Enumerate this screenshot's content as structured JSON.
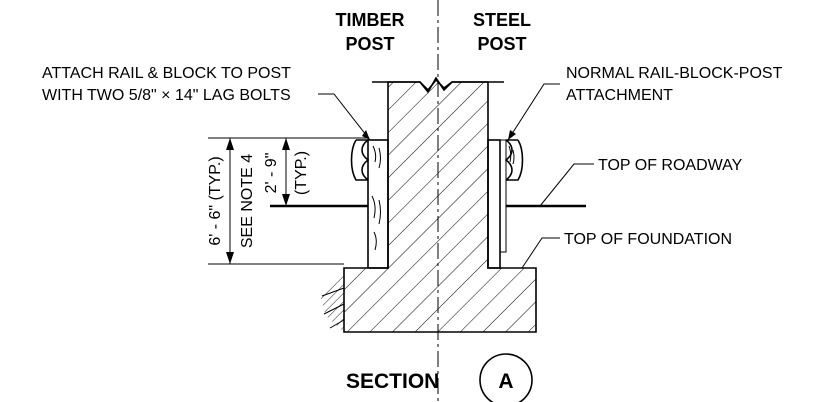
{
  "headers": {
    "timber": [
      "TIMBER",
      "POST"
    ],
    "steel": [
      "STEEL",
      "POST"
    ]
  },
  "callouts": {
    "attach_left": [
      "ATTACH RAIL & BLOCK TO POST",
      "WITH TWO 5/8\" × 14\" LAG BOLTS"
    ],
    "attach_right": [
      "NORMAL RAIL-BLOCK-POST",
      "ATTACHMENT"
    ],
    "top_roadway": "TOP OF ROADWAY",
    "top_foundation": "TOP OF FOUNDATION"
  },
  "dimensions": {
    "overall": "6' - 6\" (TYP.)",
    "note": "SEE NOTE 4",
    "rail_height": "2' - 9\"",
    "rail_height_typ": "(TYP.)"
  },
  "section": {
    "label": "SECTION",
    "letter": "A"
  }
}
